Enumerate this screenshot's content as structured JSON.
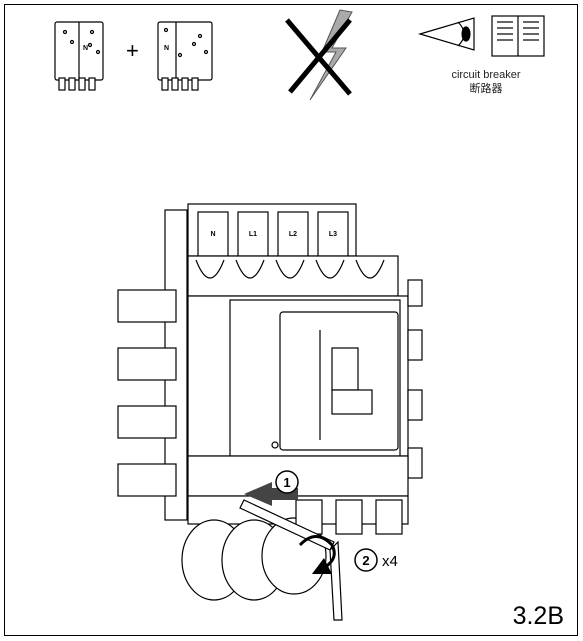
{
  "header": {
    "plus_sign": "+",
    "neutral_label_left": "N",
    "neutral_label_right": "N",
    "reference_caption": "circuit breaker",
    "reference_caption_cn": "断路器"
  },
  "breaker": {
    "phase_labels": [
      "N",
      "L1",
      "L2",
      "L3"
    ]
  },
  "steps": {
    "step1": "1",
    "step2": "2",
    "repeat": "x4"
  },
  "figure": {
    "number": "3.2B"
  },
  "colors": {
    "line": "#000000",
    "arrow_gray": "#888888",
    "arrow_dark": "#444444",
    "paper": "#ffffff"
  }
}
